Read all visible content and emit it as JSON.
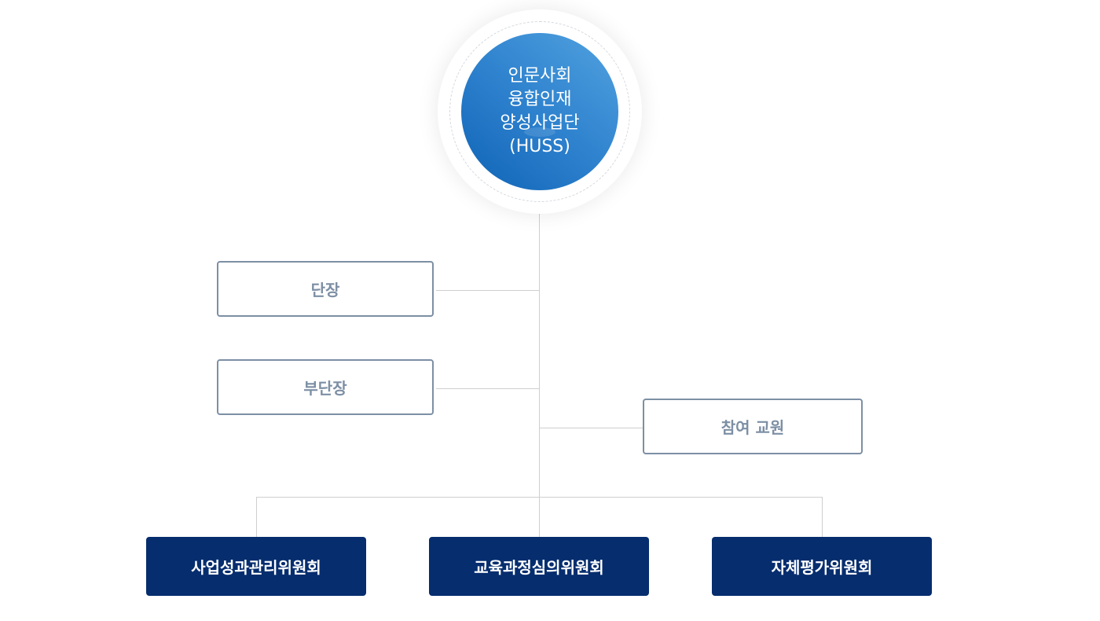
{
  "root": {
    "title": "인문사회\n융합인재\n양성사업단\n(HUSS)"
  },
  "roles": [
    {
      "label": "단장"
    },
    {
      "label": "부단장"
    },
    {
      "label": "참여 교원"
    }
  ],
  "committees": [
    {
      "label": "사업성과관리위원회"
    },
    {
      "label": "교육과정심의위원회"
    },
    {
      "label": "자체평가위원회"
    }
  ],
  "colors": {
    "root_gradient_dark": "#0f63b5",
    "root_gradient_light": "#52a3e0",
    "role_border": "#7d8fa4",
    "committee_bg": "#062d6e",
    "connector": "#cfcfcf"
  }
}
